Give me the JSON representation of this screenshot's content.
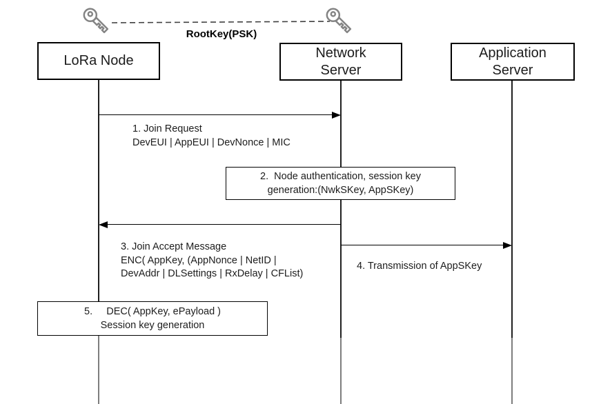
{
  "header": {
    "rootkey_label": "RootKey(PSK)"
  },
  "actors": [
    {
      "id": "lora-node",
      "lines": [
        "LoRa Node"
      ]
    },
    {
      "id": "network-server",
      "lines": [
        "Network",
        "Server"
      ]
    },
    {
      "id": "application-server",
      "lines": [
        "Application",
        "Server"
      ]
    }
  ],
  "messages": {
    "m1": {
      "line1": "1. Join Request",
      "line2": "DevEUI | AppEUI | DevNonce | MIC"
    },
    "m2": {
      "line1": "2.  Node authentication, session key",
      "line2": "generation:(NwkSKey, AppSKey)"
    },
    "m3": {
      "line1": "3. Join Accept Message",
      "line2": "ENC( AppKey, (AppNonce | NetID |",
      "line3": "DevAddr | DLSettings | RxDelay | CFList)"
    },
    "m4": {
      "line1": "4. Transmission of AppSKey"
    },
    "m5": {
      "line1": "5.     DEC( AppKey, ePayload )",
      "line2": "Session key generation"
    }
  },
  "icons": {
    "key_left": "key-icon",
    "key_right": "key-icon"
  },
  "colors": {
    "arrow_black": "#000000",
    "lifeline_dark": "#1f1f1f",
    "lifeline_gray": "#7d7d7d",
    "key_gray": "#848484",
    "background": "#ffffff"
  }
}
